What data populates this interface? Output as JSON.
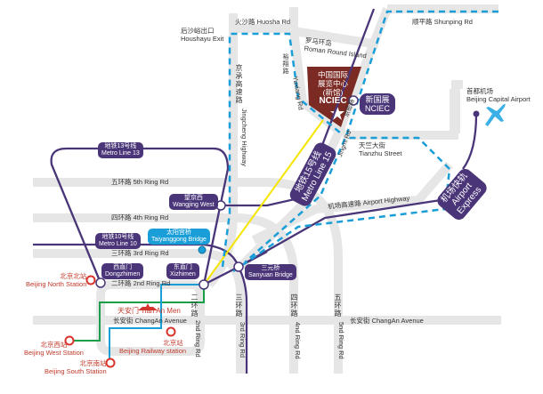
{
  "roads": {
    "huosha": "火沙路 Huosha Rd",
    "shunping": "顺平路 Shunping Rd",
    "houshayu_cn": "后沙峪出口",
    "houshayu_en": "Houshayu Exit",
    "roman_cn": "罗马环岛",
    "roman_en": "Roman Round Island",
    "yuxiang_cn": "裕翔路",
    "yuxiang_en": "Yuxiang Rd",
    "jingcheng_cn": "京承高速路",
    "jingcheng_en": "Jingcheng Highway",
    "jingmi_cn": "京密路",
    "jingmi_en": "Jingmi Rd",
    "tianzhu_cn": "天竺大街",
    "tianzhu_en": "Tianzhu Street",
    "airport_hwy": "机场高速路 Airport Highway",
    "ring5": "五环路 5th Ring Rd",
    "ring4": "四环路 4th Ring Rd",
    "ring3": "三环路 3rd Ring Rd",
    "ring2": "二环路 2nd Ring Rd",
    "changan_left": "长安街 ChangAn Avenue",
    "changan_right": "长安街 ChangAn Avenue",
    "v_ring2_cn": "二环路",
    "v_ring2_en": "2nd Ring Rd",
    "v_ring3_cn": "三环路",
    "v_ring3_en": "3rd Ring Rd",
    "v_ring4_cn": "四环路",
    "v_ring4_en": "4nd Ring Rd",
    "v_ring5_cn": "五环路",
    "v_ring5_en": "5nd Ring Rd"
  },
  "venue": {
    "cn1": "中国国际",
    "cn2": "展览中心",
    "cn3": "(新馆)",
    "en": "NCIEC",
    "station_cn": "新国展",
    "station_en": "NCIEC"
  },
  "metro": {
    "line13_cn": "地铁13号线",
    "line13_en": "Metro Line 13",
    "line10_cn": "地铁10号线",
    "line10_en": "Metro Line 10",
    "line15_cn": "地铁15号线",
    "line15_en": "Metro Line 15",
    "airport_cn": "机场快轨",
    "airport_en1": "Airport",
    "airport_en2": "Express",
    "wangjing_cn": "望京西",
    "wangjing_en": "Wangjing West",
    "taiyanggong_cn": "太阳宫桥",
    "taiyanggong_en": "Taiyanggong Bridge",
    "dongzhimen_cn": "西直门",
    "dongzhimen_en": "Dongzhimen",
    "xizhimen_cn": "东直门",
    "xizhimen_en": "Xizhimen",
    "sanyuan_cn": "三元桥",
    "sanyuan_en": "Sanyuan Bridge"
  },
  "landmarks": {
    "airport_cn": "首都机场",
    "airport_en": "Beijing Capital Airport",
    "tiananmen": "天安门 Tian An Men",
    "north_cn": "北京北站",
    "north_en": "Beijing North Station",
    "west_cn": "北京西站",
    "west_en": "Beijing West Station",
    "railway_cn": "北京站",
    "railway_en": "Beijing Railway station",
    "south_cn": "北京南站",
    "south_en": "Beijing South Station"
  },
  "colors": {
    "metro": "#4a3578",
    "route": "#1a9ed8",
    "venue": "#7b2a24",
    "road": "#e6e6e6",
    "line15": "#f5e500",
    "green": "#1a9e48",
    "red": "#d9342b"
  }
}
